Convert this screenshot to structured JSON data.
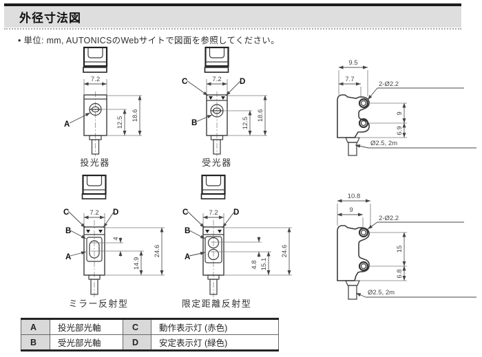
{
  "page": {
    "title": "外径寸法図",
    "note": "• 単位: mm, AUTONICSのWebサイトで図面を参照してください。"
  },
  "colors": {
    "header_bg": "#dedede",
    "top_rule": "#1c1c1c",
    "drawing_line": "#3a3a3a",
    "dim_text": "#444444",
    "legend_key_bg": "#d9d9d9"
  },
  "figures": {
    "emitter": {
      "caption": "投光器",
      "label_a": "A",
      "dim_width": "7.2",
      "dim_axis": "12.5",
      "dim_total": "18.6"
    },
    "receiver": {
      "caption": "受光器",
      "label_b": "B",
      "label_c": "C",
      "label_d": "D",
      "dim_width": "7.2",
      "dim_axis": "12.5",
      "dim_total": "18.6"
    },
    "side_small": {
      "dim_depth": "9.5",
      "dim_front": "7.7",
      "dim_holes": "2-Ø2.2",
      "dim_pitch": "9",
      "dim_bottom": "6.9",
      "dim_cable": "Ø2.5, 2m"
    },
    "mirror": {
      "caption": "ミラー反射型",
      "label_a": "A",
      "label_b": "B",
      "label_c": "C",
      "label_d": "D",
      "dim_width": "7.2",
      "dim_gap": "4",
      "dim_axis": "14.9",
      "dim_total": "24.6"
    },
    "limited": {
      "caption": "限定距離反射型",
      "label_a": "A",
      "label_b": "B",
      "label_c": "C",
      "label_d": "D",
      "dim_width": "7.2",
      "dim_gap": "4.8",
      "dim_axis": "15.1",
      "dim_total": "24.6"
    },
    "side_large": {
      "dim_depth": "10.8",
      "dim_front": "9",
      "dim_holes": "2-Ø2.2",
      "dim_pitch": "15",
      "dim_bottom": "6.8",
      "dim_cable": "Ø2.5, 2m"
    }
  },
  "legend": {
    "rows": [
      {
        "k1": "A",
        "v1": "投光部光軸",
        "k2": "C",
        "v2": "動作表示灯 (赤色)"
      },
      {
        "k1": "B",
        "v1": "受光部光軸",
        "k2": "D",
        "v2": "安定表示灯 (緑色)"
      }
    ]
  }
}
